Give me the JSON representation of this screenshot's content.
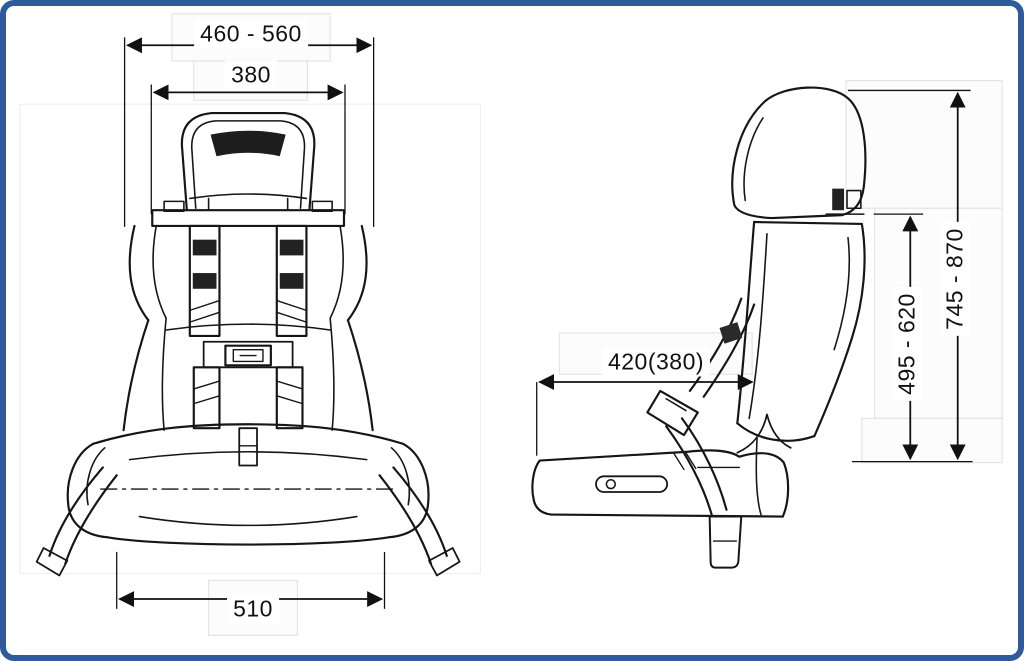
{
  "colors": {
    "frame_border": "#2f5b9c",
    "line": "#161616"
  },
  "front_view": {
    "outer_width": "460 - 560",
    "headrest_width": "380",
    "base_width": "510"
  },
  "side_view": {
    "depth": "420(380)",
    "backrest_height": "495 - 620",
    "total_height": "745 - 870"
  }
}
